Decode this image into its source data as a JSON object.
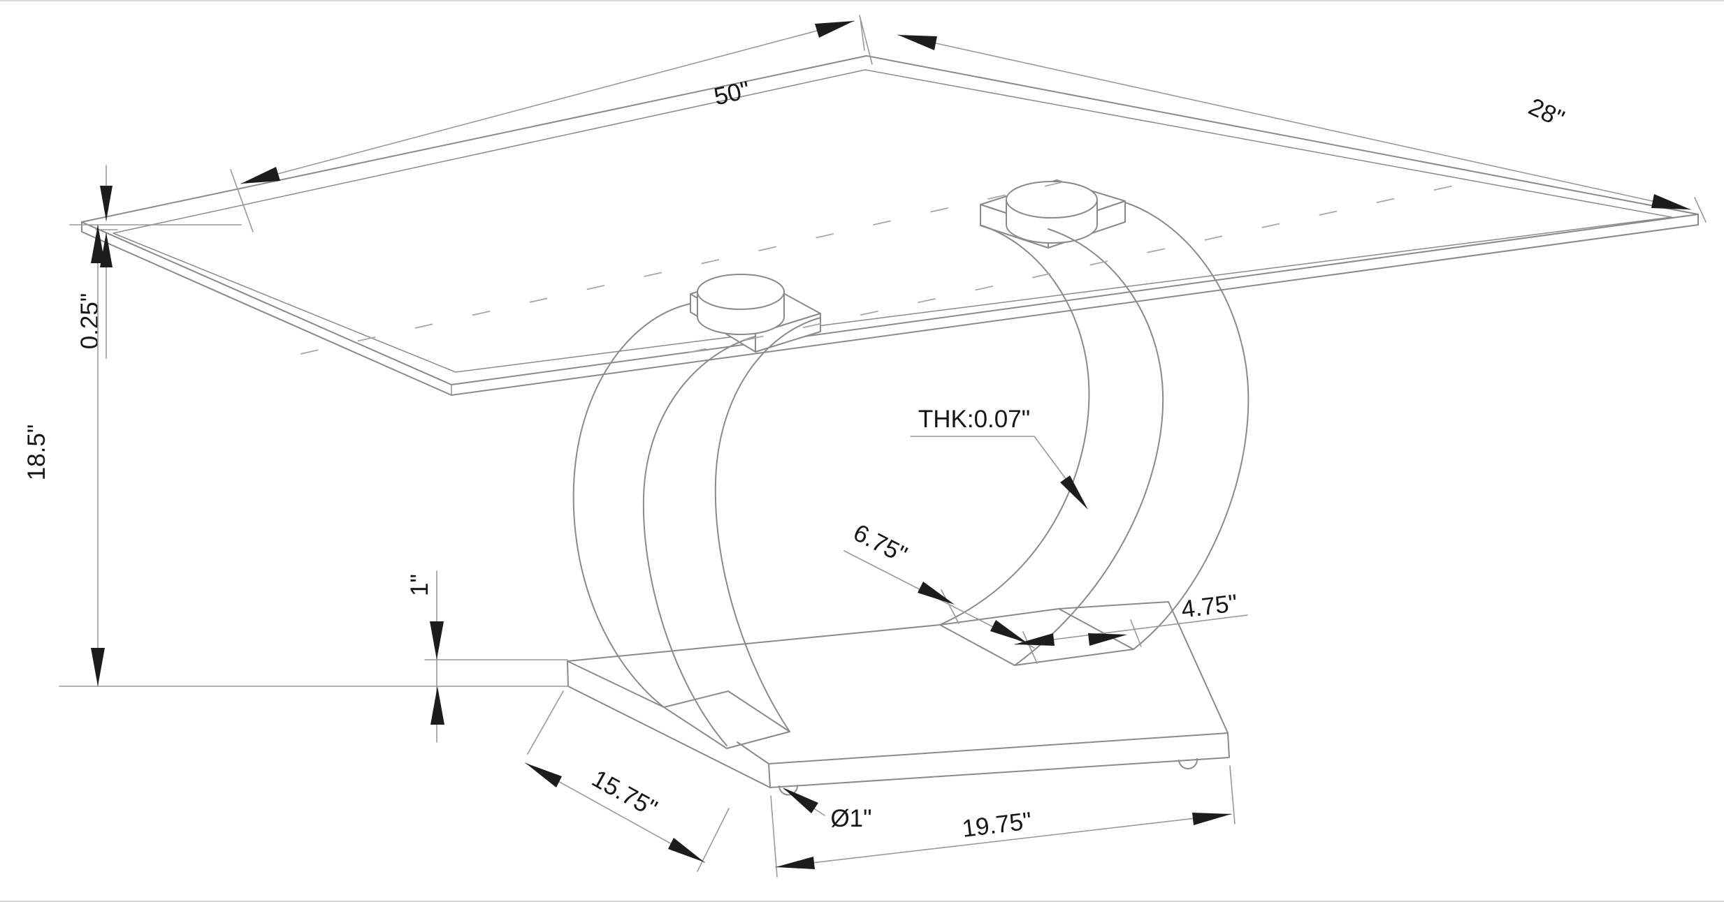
{
  "drawing": {
    "dimensions": {
      "top_length": "50\"",
      "top_depth": "28\"",
      "glass_thickness": "0.25\"",
      "overall_height": "18.5\"",
      "base_plate_thickness": "1\"",
      "material_thickness": "THK:0.07\"",
      "foot_front_width": "6.75\"",
      "foot_side_width": "4.75\"",
      "base_depth": "15.75\"",
      "glide_diameter": "Ø1\"",
      "base_length": "19.75\""
    },
    "colors": {
      "background": "#ffffff",
      "object_line": "#8a8a8a",
      "dimension_line": "#999999",
      "text": "#161616"
    }
  }
}
